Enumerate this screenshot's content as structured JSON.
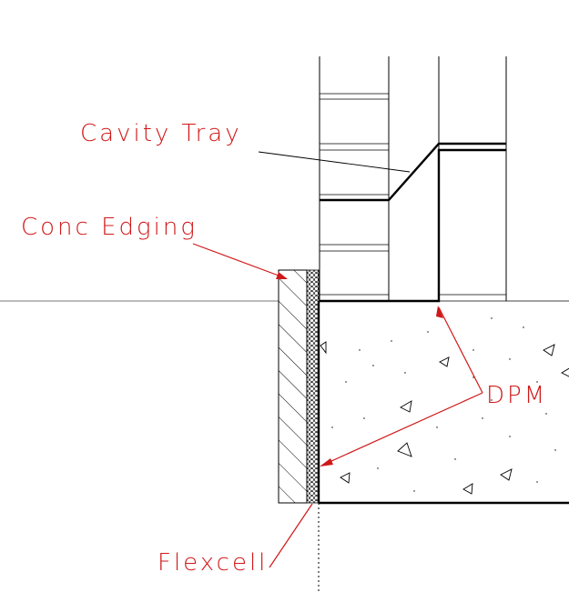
{
  "drawing": {
    "labels": {
      "cavity_tray": "Cavity Tray",
      "conc_edging": "Conc Edging",
      "dpm": "DPM",
      "flexcell": "Flexcell"
    },
    "colors": {
      "annotation": "#d01818",
      "linework": "#000000",
      "background": "#ffffff"
    }
  }
}
